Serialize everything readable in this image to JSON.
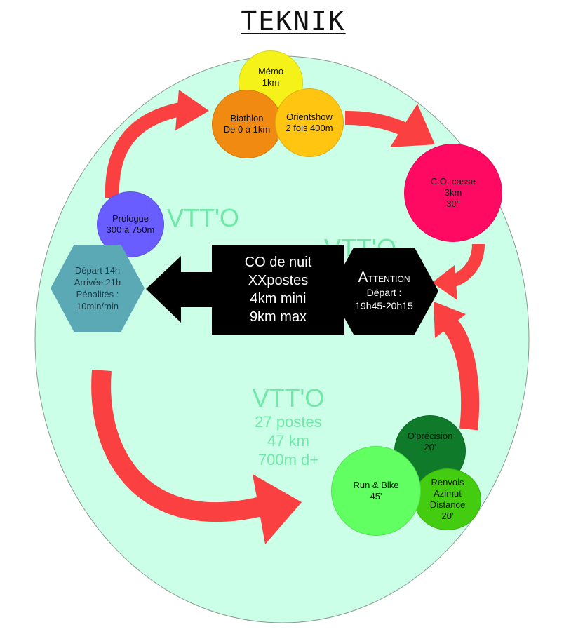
{
  "title": "TEKNIK",
  "stages": {
    "memo": {
      "name": "Mémo",
      "detail": "1km",
      "color": "#f5f21a"
    },
    "biathlon": {
      "name": "Biathlon",
      "detail": "De 0 à 1km",
      "color": "#f08a10"
    },
    "orientshow": {
      "name": "Orientshow",
      "detail": "2 fois 400m",
      "color": "#ffc510"
    },
    "co_casse": {
      "name": "C.O. casse",
      "detail": "3km",
      "extra": "30''",
      "color": "#ff0a63"
    },
    "prologue": {
      "name": "Prologue",
      "detail": "300 à 750m",
      "color": "#6a5dff"
    },
    "depart": {
      "line1": "Départ 14h",
      "line2": "Arrivée 21h",
      "line3": "Pénalités :",
      "line4": "10min/min",
      "color": "#5aa9b5"
    },
    "oprecision": {
      "name": "O'précision",
      "detail": "20'",
      "color": "#0e7a2a"
    },
    "run_bike": {
      "name": "Run & Bike",
      "detail": "45'",
      "color": "#61ff61"
    },
    "renvois": {
      "name": "Renvois",
      "line2": "Azimut",
      "line3": "Distance",
      "detail": "20'",
      "color": "#44cc10"
    }
  },
  "vtto_small": {
    "label": "VTT'O"
  },
  "vtto_ghost": {
    "label": "VTT'O"
  },
  "vtto_main": {
    "label": "VTT'O",
    "line1": "27 postes",
    "line2": "47 km",
    "line3": "700m d+"
  },
  "night": {
    "line1": "CO de nuit",
    "line2": "XXpostes",
    "line3": "4km mini",
    "line4": "9km max"
  },
  "attention": {
    "head": "Attention",
    "line1": "Départ :",
    "line2": "19h45-20h15"
  },
  "colors": {
    "background_oval": "#ccffe8",
    "arrow": "#fa4040",
    "text_green": "#6fe8a8"
  }
}
